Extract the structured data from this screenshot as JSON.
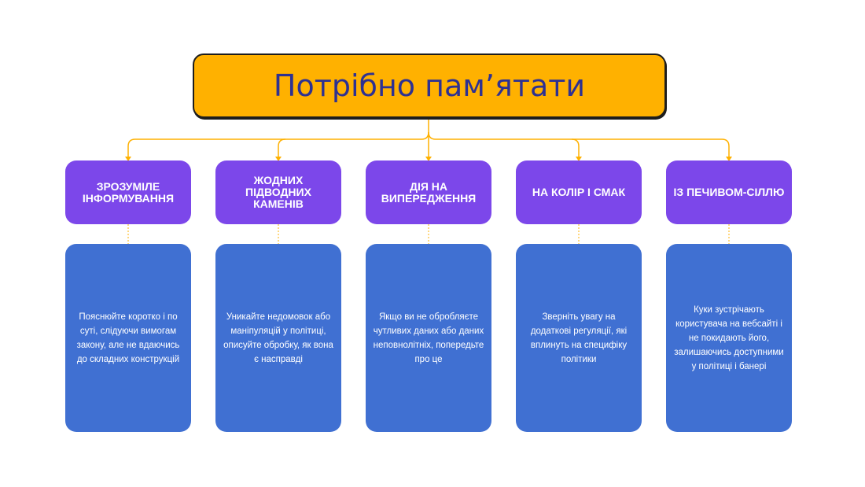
{
  "title": "Потрібно пам’ятати",
  "colors": {
    "title_bg": "#FFB100",
    "head_bg": "#7C47EA",
    "body_bg": "#4070D2",
    "connector": "#FFB100"
  },
  "columns": [
    {
      "heading": "ЗРОЗУМІЛЕ ІНФОРМУВАННЯ",
      "text": "Пояснюйте коротко і по суті, слідуючи вимогам закону, але не вдаючись до складних конструкцій"
    },
    {
      "heading": "ЖОДНИХ ПІДВОДНИХ КАМЕНІВ",
      "text": "Уникайте недомовок або маніпуляцій у політиці, описуйте обробку, як вона є насправді"
    },
    {
      "heading": "ДІЯ НА ВИПЕРЕДЖЕННЯ",
      "text": "Якщо ви не обробляєте чутливих даних або даних неповнолітніх, попередьте про це"
    },
    {
      "heading": "НА КОЛІР І СМАК",
      "text": "Зверніть увагу на додаткові регуляції, які вплинуть на специфіку політики"
    },
    {
      "heading": "ІЗ ПЕЧИВОМ-СІЛЛЮ",
      "text": "Куки зустрічають користувача на вебсайті і не покидають його, залишаючись доступними у політиці і банері"
    }
  ]
}
